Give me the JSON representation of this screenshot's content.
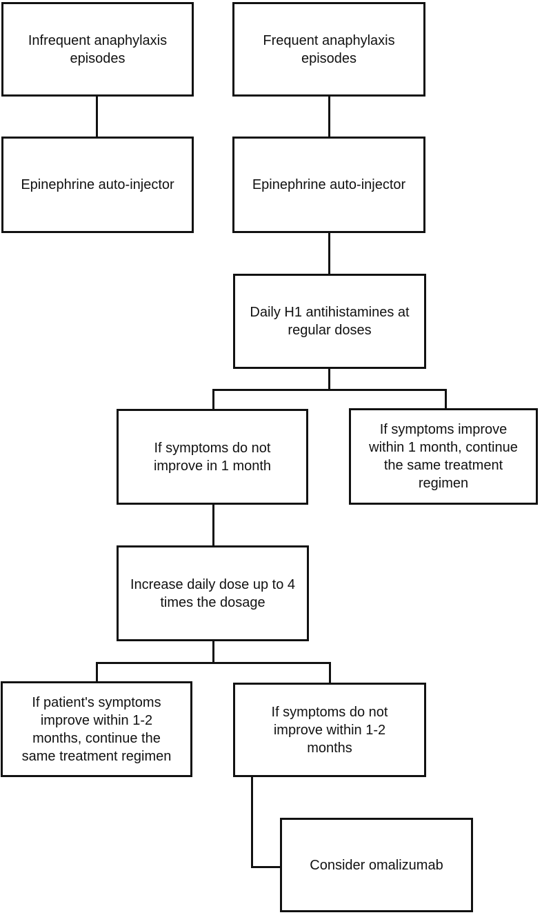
{
  "colors": {
    "background": "#ffffff",
    "line": "#111111",
    "text": "#111111",
    "node_fill": "#ffffff"
  },
  "nodes": {
    "infrequent": {
      "label": "Infrequent anaphylaxis\nepisodes"
    },
    "frequent": {
      "label": "Frequent anaphylaxis\nepisodes"
    },
    "epi_left": {
      "label": "Epinephrine auto-injector"
    },
    "epi_right": {
      "label": "Epinephrine auto-injector"
    },
    "daily_h1": {
      "label": "Daily H1 antihistamines at\nregular doses"
    },
    "no_improve_1mo": {
      "label": "If symptoms do not\nimprove in 1 month"
    },
    "improve_1mo": {
      "label": "If symptoms improve\nwithin 1 month, continue\nthe same treatment\nregimen"
    },
    "increase_dose": {
      "label": "Increase daily dose up to 4\ntimes the dosage"
    },
    "improve_1_2mo": {
      "label": "If patient's symptoms\nimprove within 1-2\nmonths, continue the\nsame treatment regimen"
    },
    "no_improve_1_2mo": {
      "label": "If symptoms do not\nimprove within 1-2\nmonths"
    },
    "omalizumab": {
      "label": "Consider omalizumab"
    }
  },
  "edges": [
    {
      "from": "infrequent",
      "to": "epi_left",
      "type": "straight"
    },
    {
      "from": "frequent",
      "to": "epi_right",
      "type": "straight"
    },
    {
      "from": "epi_right",
      "to": "daily_h1",
      "type": "straight"
    },
    {
      "from": "daily_h1",
      "to": "no_improve_1mo",
      "type": "branch"
    },
    {
      "from": "daily_h1",
      "to": "improve_1mo",
      "type": "branch"
    },
    {
      "from": "no_improve_1mo",
      "to": "increase_dose",
      "type": "straight"
    },
    {
      "from": "increase_dose",
      "to": "improve_1_2mo",
      "type": "branch"
    },
    {
      "from": "increase_dose",
      "to": "no_improve_1_2mo",
      "type": "branch"
    },
    {
      "from": "no_improve_1_2mo",
      "to": "omalizumab",
      "type": "elbow"
    }
  ]
}
